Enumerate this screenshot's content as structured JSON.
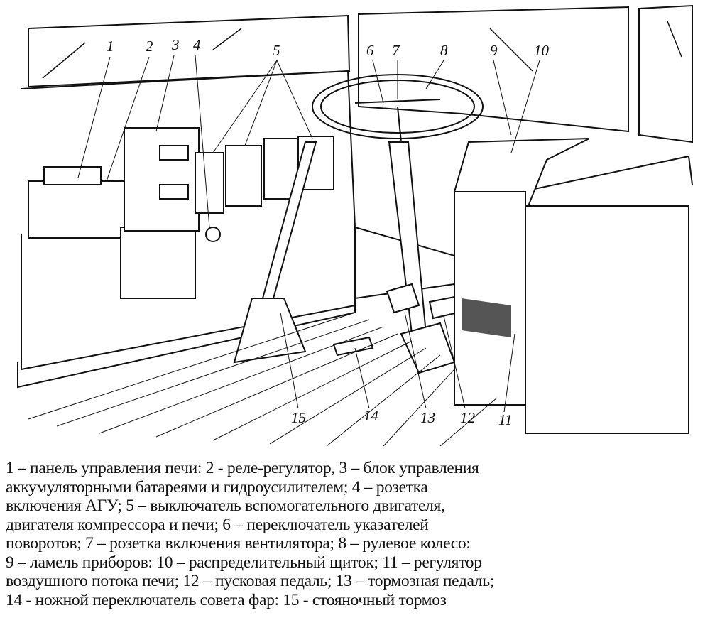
{
  "figure": {
    "callouts": [
      "1",
      "2",
      "3",
      "4",
      "5",
      "6",
      "7",
      "8",
      "9",
      "10",
      "11",
      "12",
      "13",
      "14",
      "15"
    ]
  },
  "caption": {
    "lines": [
      "1 – панель управления печи: 2 - реле-регулятор, 3 – блок управления",
      "аккумуляторными батареями и гидроусилителем; 4 – розетка",
      "включения АГУ; 5 – выключатель вспомогательного двигателя,",
      "двигателя компрессора и печи; 6 – переключатель указателей",
      "поворотов; 7 – розетка включения вентилятора; 8 – рулевое колесо:",
      "9 – ламель приборов: 10 – распределительный щиток; 11 – регулятор",
      "воздушного потока печи; 12 – пусковая педаль; 13 – тормозная педаль;",
      "14 - ножной переключатель совета фар: 15 - стояночный тормоз"
    ]
  }
}
